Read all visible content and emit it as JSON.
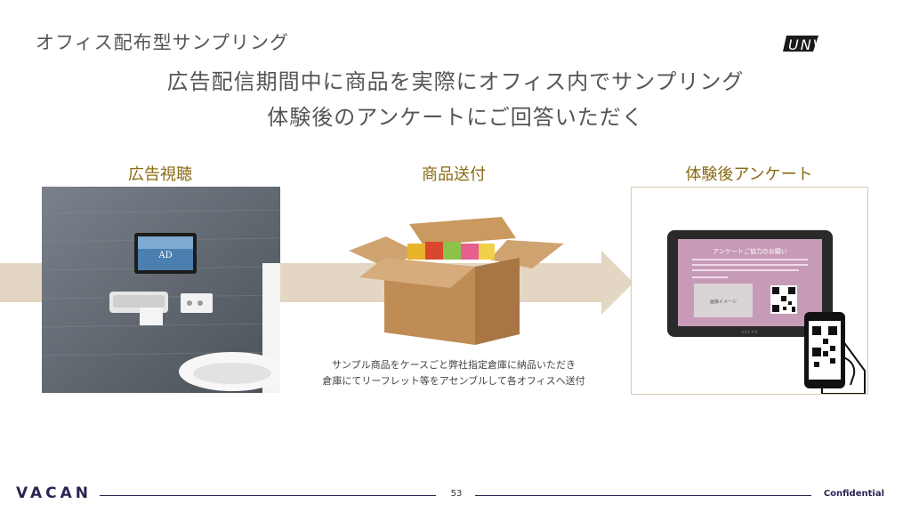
{
  "header": {
    "title": "オフィス配布型サンプリング",
    "brand": "UNVEIL"
  },
  "headline": {
    "line1": "広告配信期間中に商品を実際にオフィス内でサンプリング",
    "line2": "体験後のアンケートにご回答いただく"
  },
  "steps": [
    {
      "label": "広告視聴",
      "screen_text": "AD"
    },
    {
      "label": "商品送付"
    },
    {
      "label": "体験後アンケート"
    }
  ],
  "survey_screen": {
    "title": "アンケートご協力のお願い",
    "image_label": "画像イメージ",
    "device_brand": "VACAN"
  },
  "caption": {
    "line1": "サンプル商品をケースごと弊社指定倉庫に納品いただき",
    "line2": "倉庫にてリーフレット等をアセンブルして各オフィスへ送付"
  },
  "footer": {
    "logo": "VACAN",
    "page_number": "53",
    "confidential": "Confidential"
  },
  "colors": {
    "arrow": "#e3d6c2",
    "label_gold": "#8a6a12",
    "footer_navy": "#2e2252",
    "survey_pink": "#c79ab7"
  }
}
